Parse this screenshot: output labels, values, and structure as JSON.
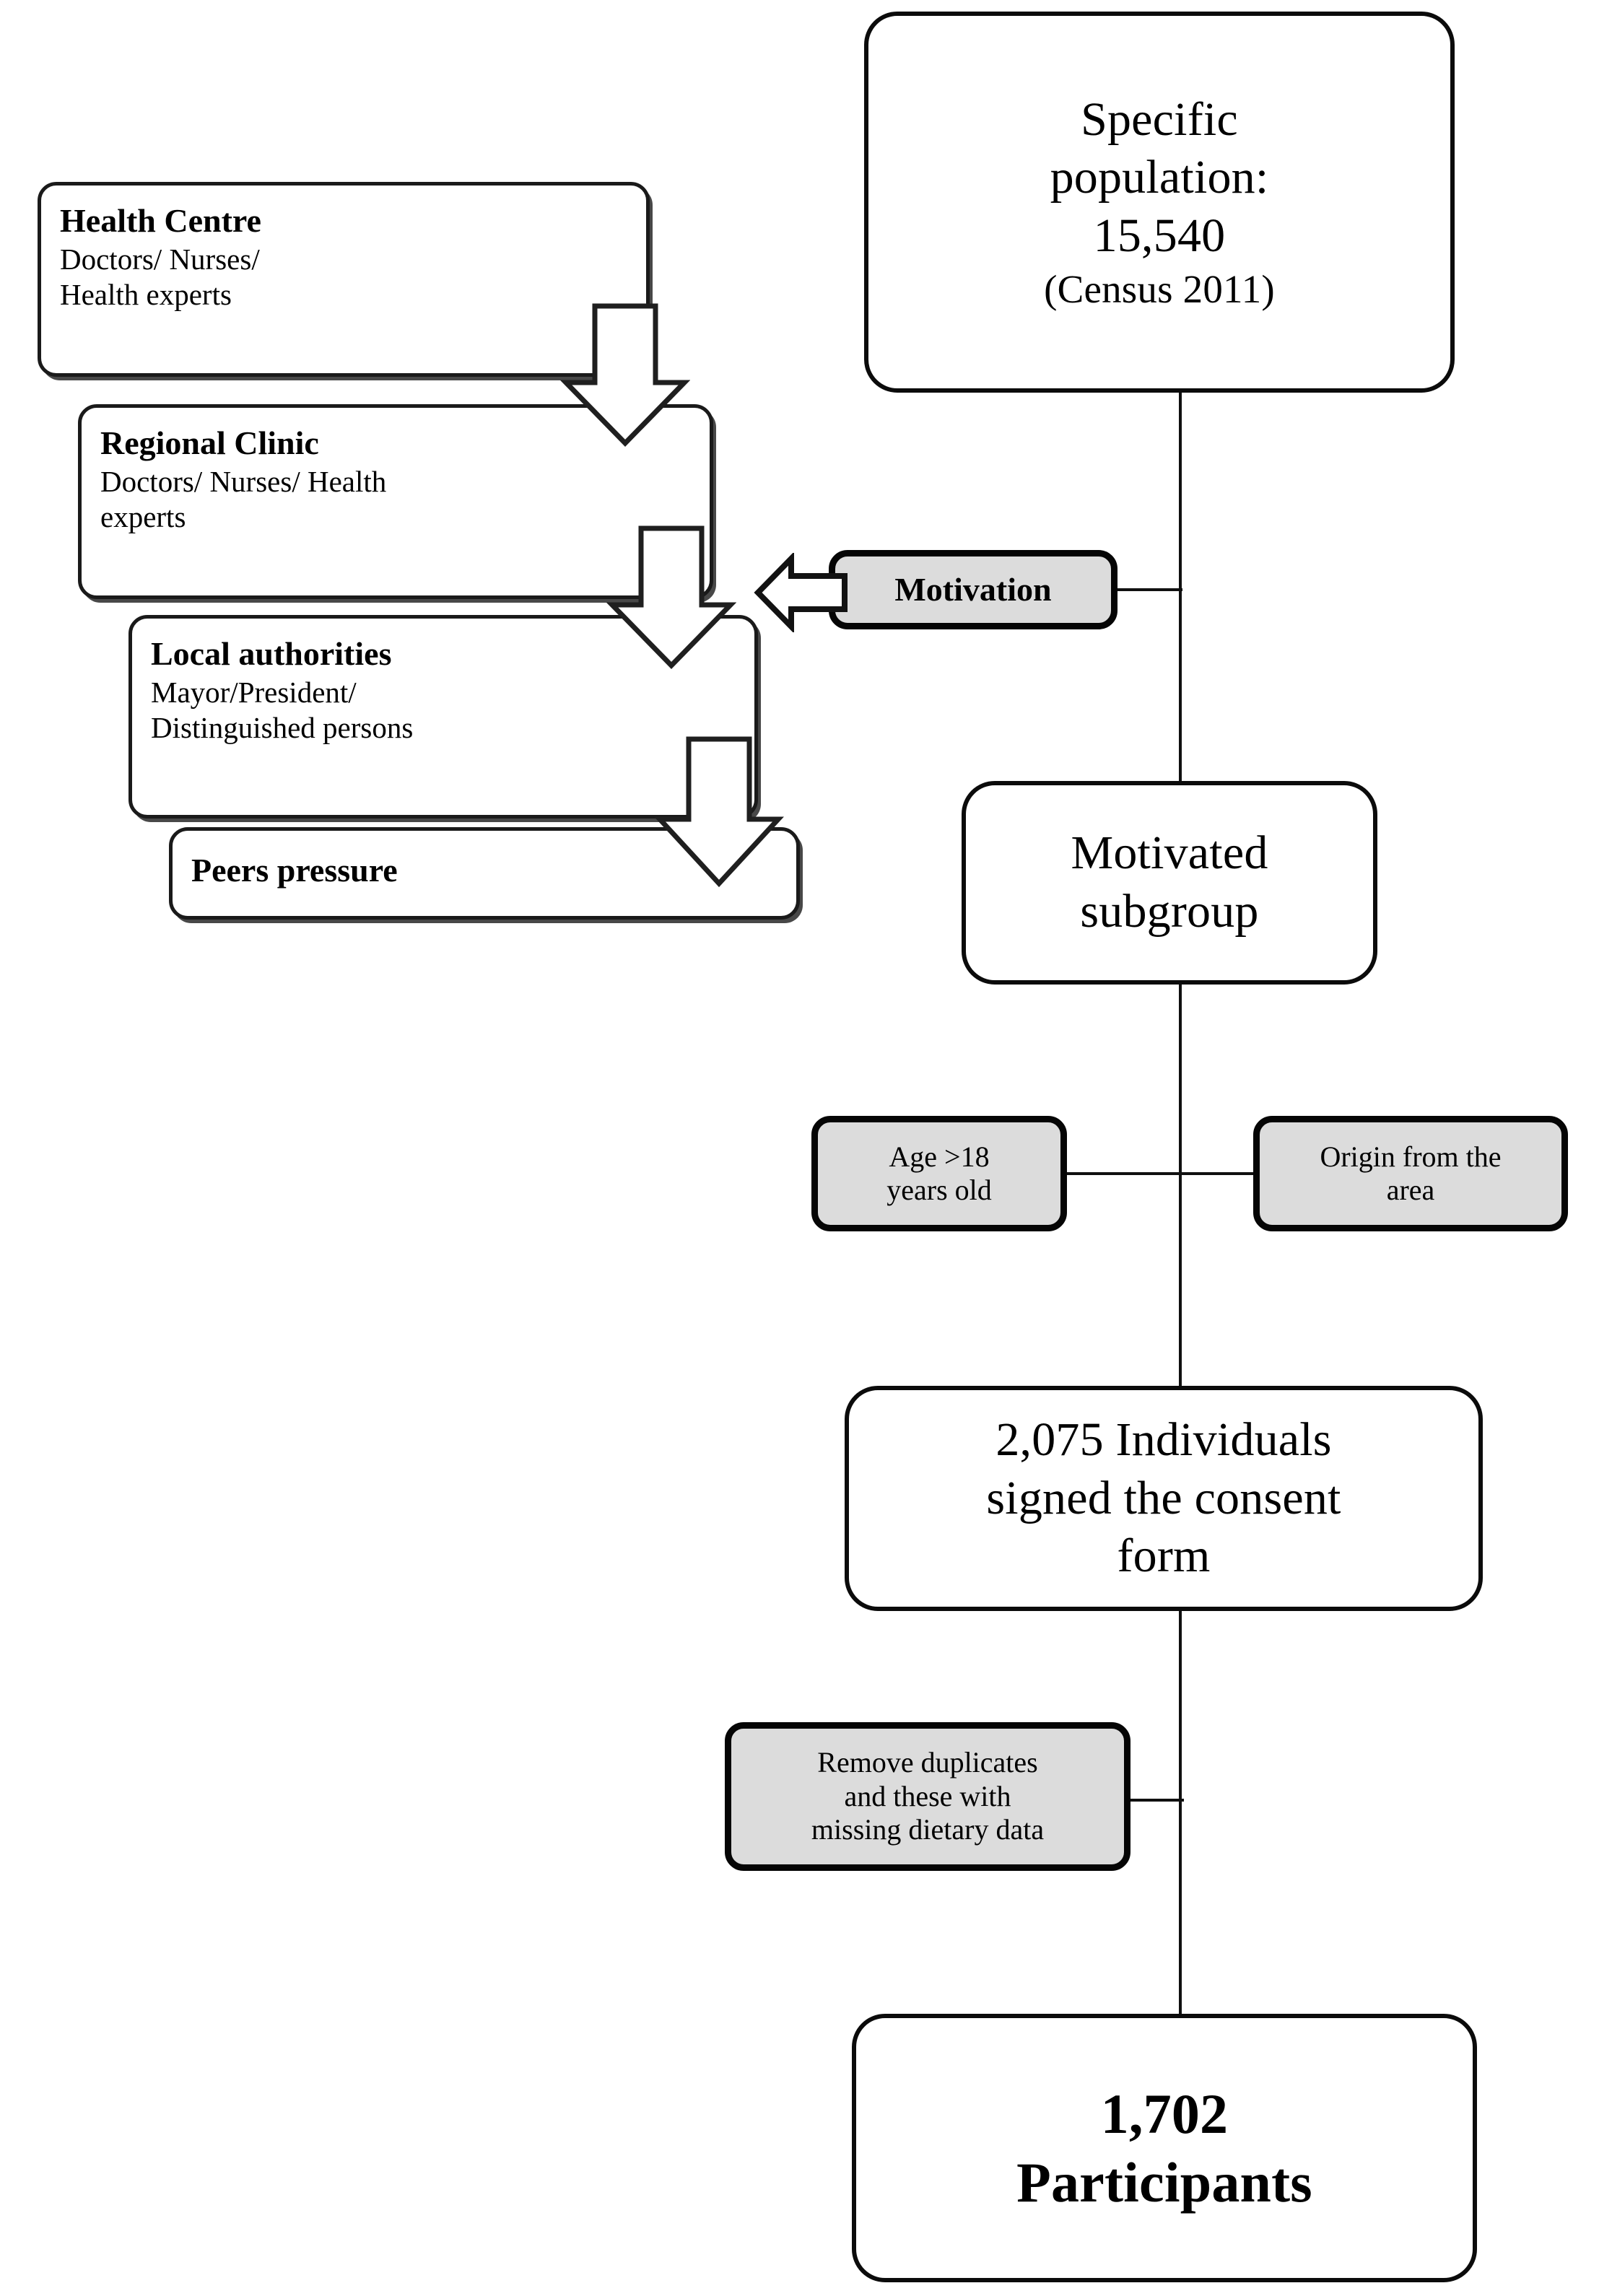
{
  "figure": {
    "type": "flowchart",
    "orientation": "top-to-bottom",
    "title_present": false
  },
  "spine": {
    "nodes": [
      {
        "id": "specific-population",
        "line1": "Specific",
        "line2": "population:",
        "line3": "15,540",
        "line4": "(Census  2011)",
        "value": 15540,
        "source": "Census  2011"
      },
      {
        "id": "motivated-subgroup",
        "line1": "Motivated",
        "line2": "subgroup"
      },
      {
        "id": "consent-signed",
        "line1": "2,075 Individuals",
        "line2": "signed  the consent",
        "line3": "form",
        "value": 2075
      },
      {
        "id": "final-participants",
        "line1": "1,702",
        "line2": "Participants",
        "value": 1702
      }
    ]
  },
  "annotations": {
    "motivation": {
      "label": "Motivation"
    },
    "age_criterion": {
      "line1": "Age >18",
      "line2": "years old"
    },
    "origin_criterion": {
      "line1": "Origin  from the",
      "line2": "area"
    },
    "exclusion": {
      "line1": "Remove duplicates",
      "line2": "and these with",
      "line3": "missing dietary data"
    }
  },
  "cascade": {
    "items": [
      {
        "id": "health-centre",
        "title": "Health Centre",
        "sub_line1": "Doctors/  Nurses/",
        "sub_line2": "Health  experts"
      },
      {
        "id": "regional-clinic",
        "title": "Regional Clinic",
        "sub_line1": "Doctors/  Nurses/ Health",
        "sub_line2": "experts"
      },
      {
        "id": "local-authorities",
        "title": "Local authorities",
        "sub_line1": "Mayor/President/",
        "sub_line2": "Distinguished persons"
      },
      {
        "id": "peers-pressure",
        "title": "Peers pressure",
        "sub_line1": "",
        "sub_line2": ""
      }
    ]
  },
  "colors": {
    "stroke": "#0b0b0b",
    "annotation_fill": "#dcdcdc",
    "node_fill": "#ffffff",
    "background": "#ffffff"
  }
}
